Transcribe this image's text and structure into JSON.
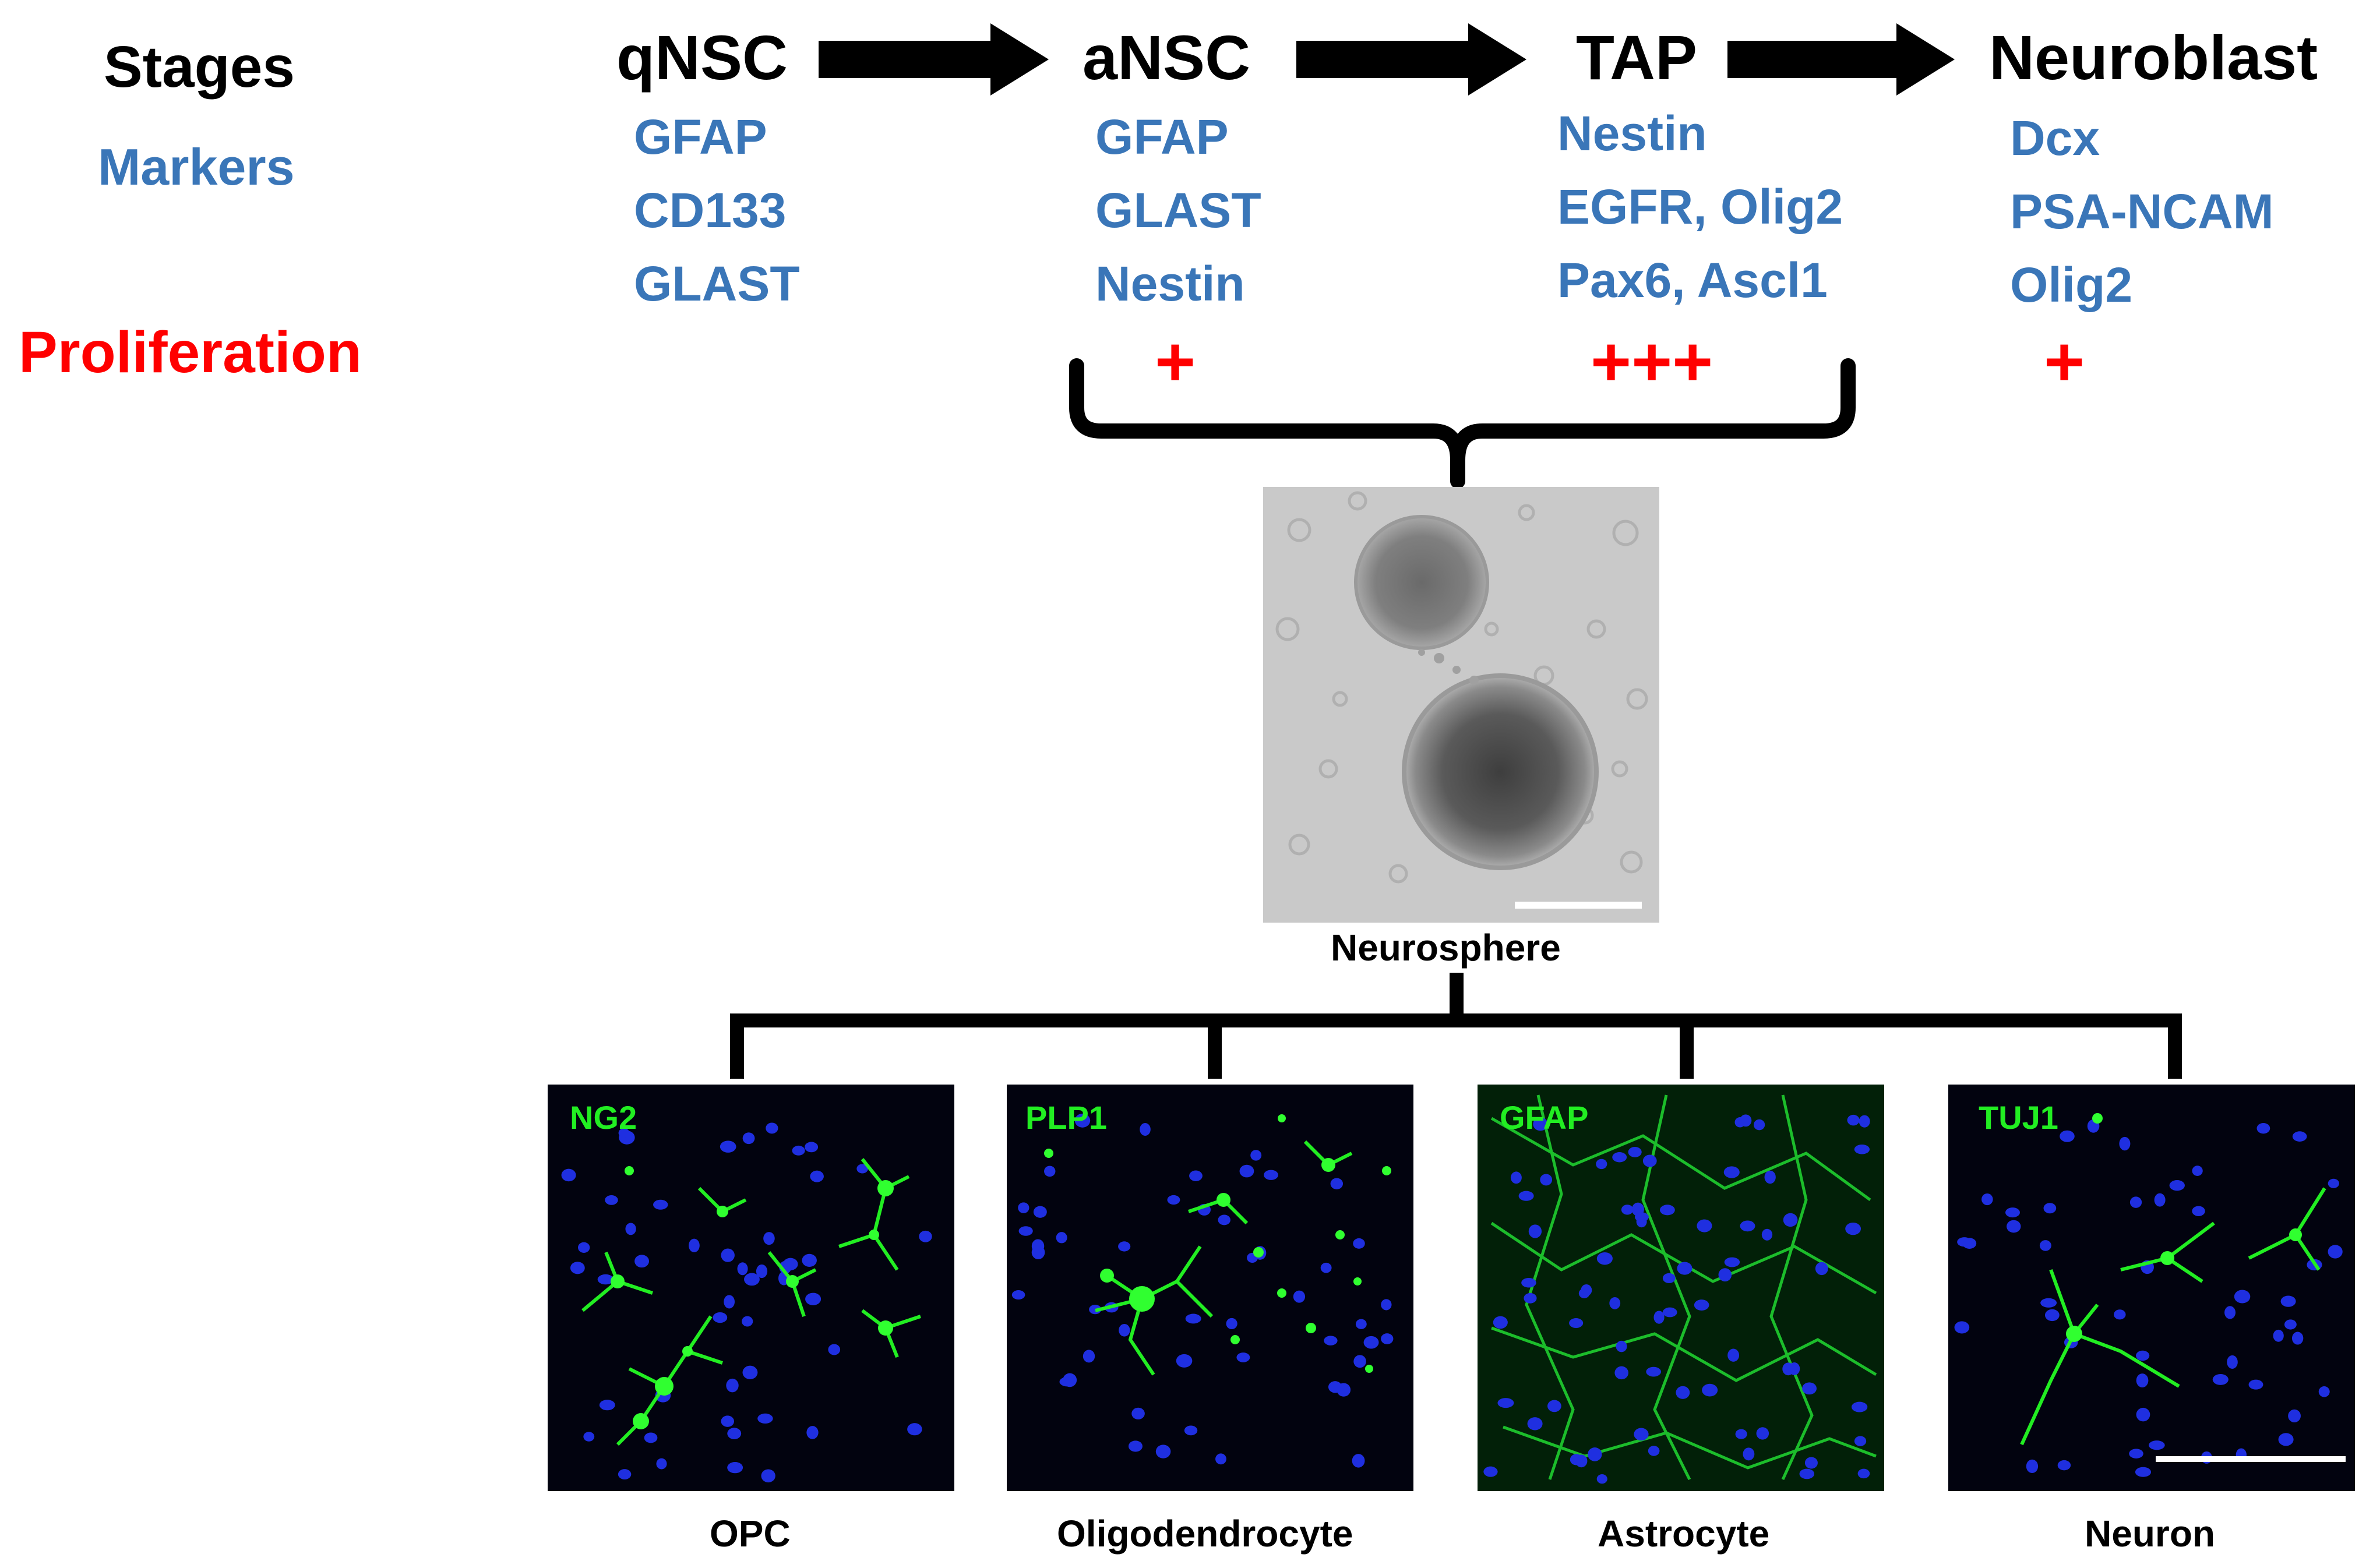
{
  "row_labels": {
    "stages": "Stages",
    "markers": "Markers",
    "proliferation": "Proliferation"
  },
  "stages": [
    {
      "name": "qNSC",
      "markers": [
        "GFAP",
        "CD133",
        "GLAST"
      ],
      "proliferation": ""
    },
    {
      "name": "aNSC",
      "markers": [
        "GFAP",
        "GLAST",
        "Nestin"
      ],
      "proliferation": "+"
    },
    {
      "name": "TAP",
      "markers": [
        "Nestin",
        "EGFR, Olig2",
        "Pax6, Ascl1"
      ],
      "proliferation": "+++"
    },
    {
      "name": "Neuroblast",
      "markers": [
        "Dcx",
        "PSA-NCAM",
        "Olig2"
      ],
      "proliferation": "+"
    }
  ],
  "neurosphere": {
    "caption": "Neurosphere"
  },
  "differentiated_cells": [
    {
      "stain": "NG2",
      "caption": "OPC"
    },
    {
      "stain": "PLP1",
      "caption": "Oligodendrocyte"
    },
    {
      "stain": "GFAP",
      "caption": "Astrocyte"
    },
    {
      "stain": "TUJ1",
      "caption": "Neuron"
    }
  ],
  "colors": {
    "marker_blue": "#3a76b8",
    "proliferation_red": "#ff0000",
    "stain_green": "#22ee22",
    "nuclei_blue": "#1f2fe0",
    "panel_background": "#02030f",
    "brightfield_gray": "#c9c9c9"
  }
}
